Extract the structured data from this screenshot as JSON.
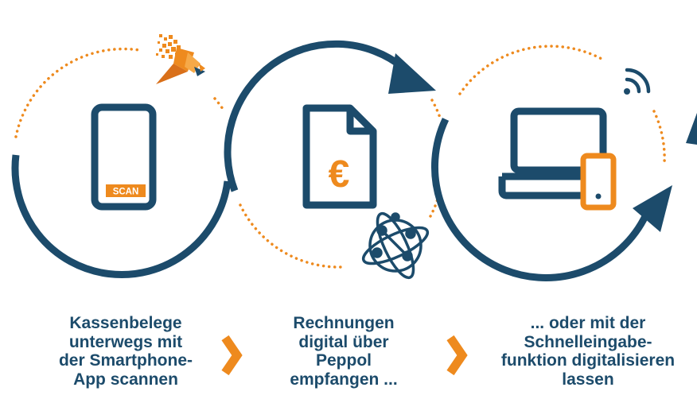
{
  "colors": {
    "navy": "#1c4b6b",
    "orange": "#ee8a1e",
    "white": "#ffffff"
  },
  "steps": [
    {
      "icon": "smartphone-scan-icon",
      "badge": "SCAN",
      "caption_lines": [
        "Kassenbelege",
        "unterwegs mit",
        "der Smartphone-",
        "App scannen"
      ]
    },
    {
      "icon": "euro-invoice-document-icon",
      "badge": "€",
      "caption_lines": [
        "Rechnungen",
        "digital über",
        "Peppol",
        "empfangen ..."
      ]
    },
    {
      "icon": "laptop-and-phone-icon",
      "caption_lines": [
        "... oder mit der",
        "Schnelleingabe-",
        "funktion digitalisieren",
        "lassen"
      ]
    }
  ],
  "decor_icons": [
    "bird-logo-icon",
    "network-globe-icon",
    "wifi-signal-icon"
  ],
  "separators": [
    "chevron-right-icon",
    "chevron-right-icon"
  ]
}
